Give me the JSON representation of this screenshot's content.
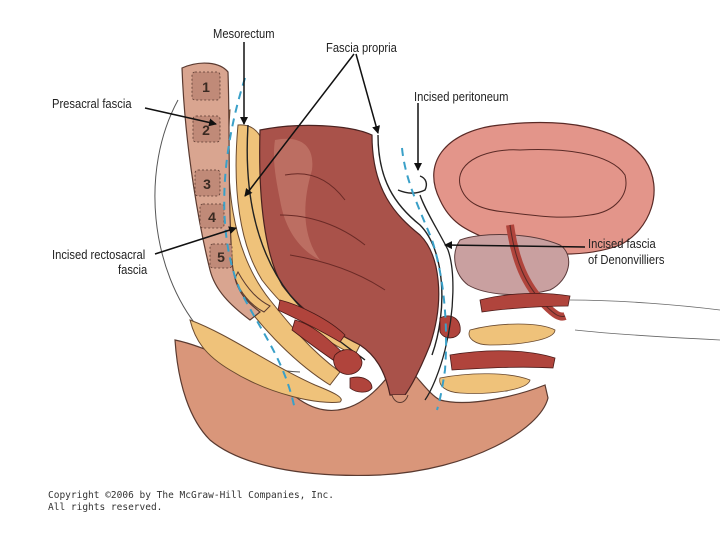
{
  "labels": {
    "mesorectum": "Mesorectum",
    "fascia_propria": "Fascia propria",
    "incised_peritoneum": "Incised peritoneum",
    "presacral_fascia": "Presacral fascia",
    "incised_rectosacral_fascia_line1": "Incised rectosacral",
    "incised_rectosacral_fascia_line2": "fascia",
    "incised_fascia_denonvilliers_line1": "Incised fascia",
    "incised_fascia_denonvilliers_line2": "of Denonvilliers"
  },
  "vertebrae": [
    "1",
    "2",
    "3",
    "4",
    "5"
  ],
  "copyright": {
    "line1": "Copyright ©2006 by The McGraw-Hill Companies, Inc.",
    "line2": "All rights reserved."
  },
  "colors": {
    "skin": "#d9967a",
    "fat": "#efc27a",
    "rectum": "#a9524a",
    "rectum_light": "#c47a6c",
    "bladder": "#e3958a",
    "muscle": "#b0443c",
    "fascia_dash": "#3aa0c8",
    "bone": "#d9a590"
  }
}
